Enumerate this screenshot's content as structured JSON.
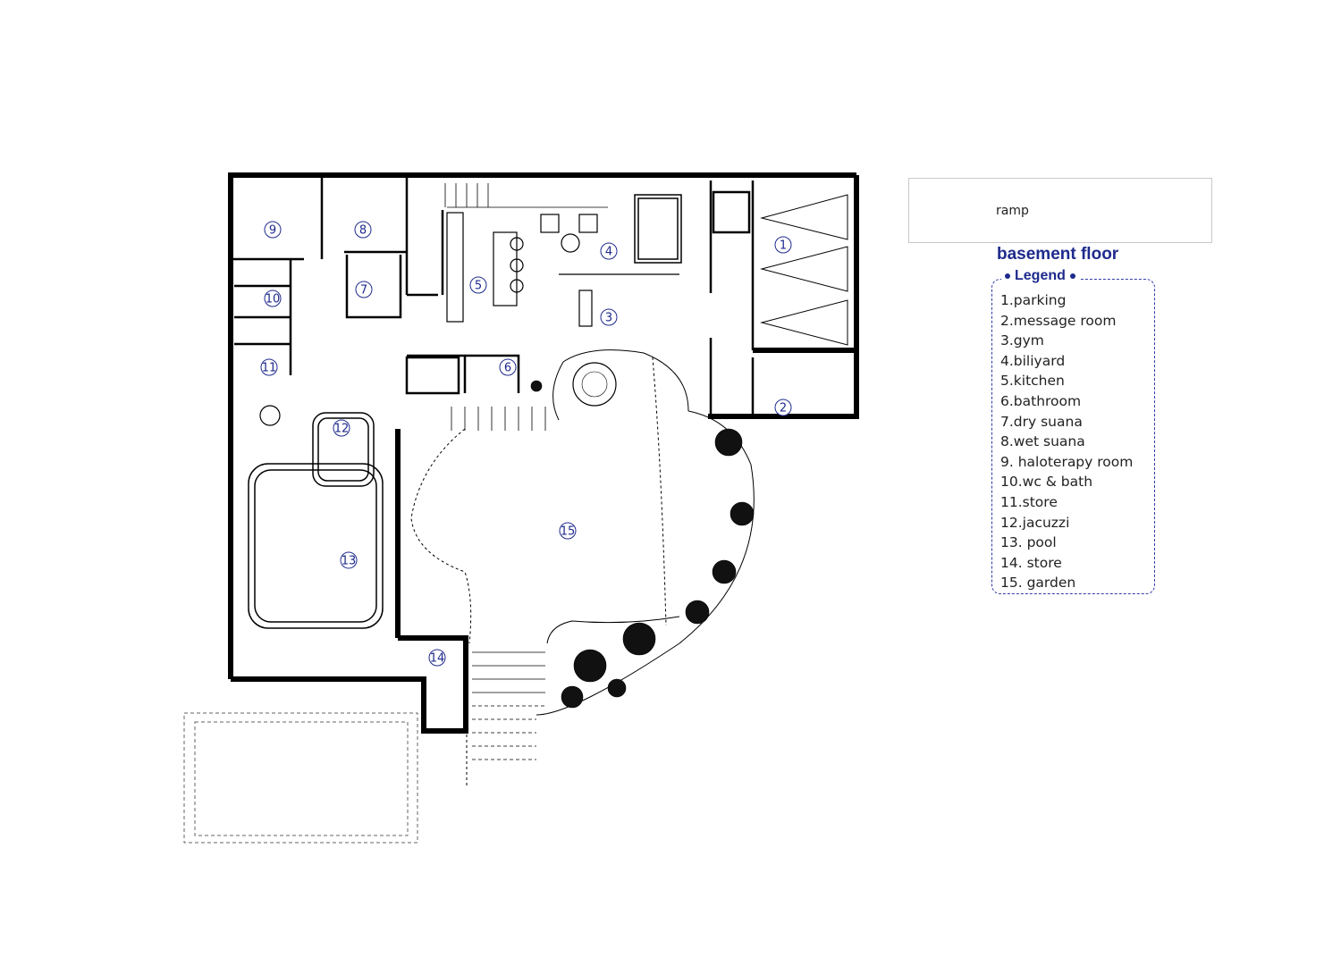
{
  "ramp_label": "ramp",
  "floor_title": "basement floor",
  "legend": {
    "title": "Legend",
    "items": [
      "1.parking",
      "2.message room",
      "3.gym",
      "4.biliyard",
      "5.kitchen",
      "6.bathroom",
      "7.dry suana",
      "8.wet suana",
      "9. haloterapy room",
      "10.wc & bath",
      "11.store",
      "12.jacuzzi",
      "13. pool",
      "14. store",
      "15. garden"
    ]
  },
  "room_numbers": [
    "1",
    "2",
    "3",
    "4",
    "5",
    "6",
    "7",
    "8",
    "9",
    "10",
    "11",
    "12",
    "13",
    "14",
    "15"
  ],
  "colors": {
    "accent": "#1e2a8c",
    "wall": "#000000",
    "legend_border": "#2f3aa8"
  }
}
